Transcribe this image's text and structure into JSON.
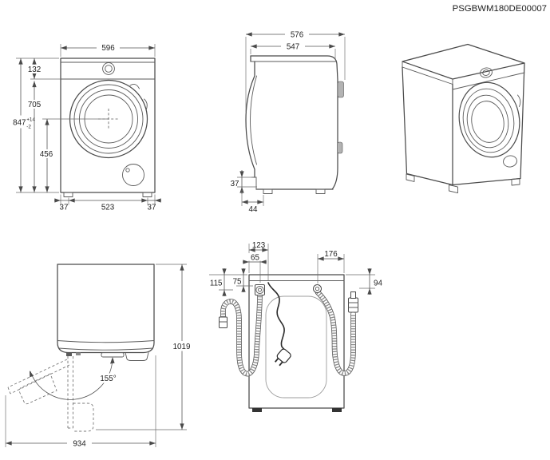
{
  "header": {
    "doc_id": "PSGBWM180DE00007"
  },
  "colors": {
    "line": "#4b4b4b",
    "dimension": "#555555",
    "text": "#222222",
    "background": "#ffffff"
  },
  "views": {
    "front": {
      "dims": {
        "width": "596",
        "panel_height": "132",
        "lower_height": "705",
        "total_height": "847",
        "total_height_tol_plus": "+14",
        "total_height_tol_minus": "-2",
        "door_center_height": "456",
        "left_foot_offset": "37",
        "feet_spacing": "523",
        "right_foot_offset": "37"
      }
    },
    "side": {
      "dims": {
        "total_depth": "576",
        "cabinet_depth": "547",
        "bottom_clearance": "37",
        "foot_inset": "44"
      }
    },
    "top_open_door": {
      "dims": {
        "door_open_angle": "155°",
        "depth_with_door_open": "1019",
        "width_with_door_open": "934"
      }
    },
    "rear": {
      "dims": {
        "cord_offset": "123",
        "drain_hose_offset": "65",
        "inlet_hose_offset": "176",
        "drain_end_drop": "115",
        "drain_connector_drop": "75",
        "inlet_connector_drop": "94"
      }
    }
  }
}
